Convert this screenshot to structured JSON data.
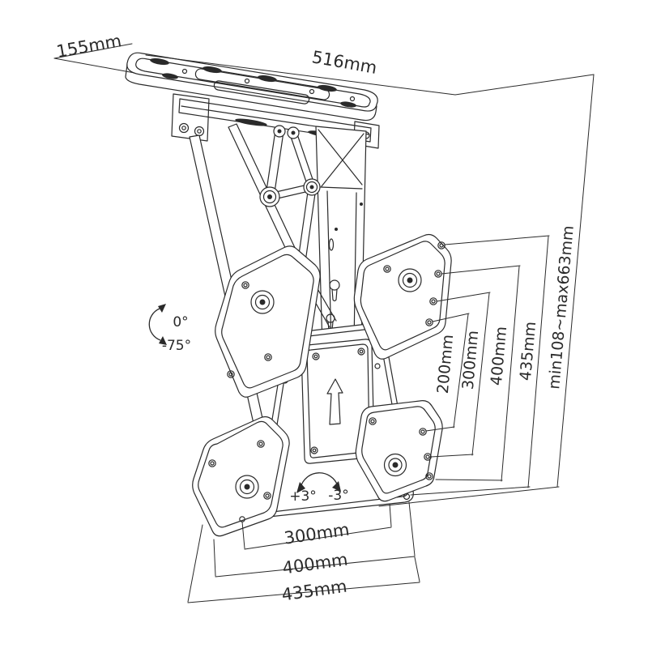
{
  "diagram": {
    "background": "#ffffff",
    "line_color": "#2a2a2a",
    "dimensions": {
      "ceiling_plate_depth": "155mm",
      "ceiling_plate_width": "516mm",
      "height_range": "min108~max663mm",
      "vesa_heights": [
        "200mm",
        "300mm",
        "400mm",
        "435mm"
      ],
      "bottom_widths": [
        "300mm",
        "400mm",
        "435mm"
      ]
    },
    "angles": {
      "fold_up": "0°",
      "fold_down": "-75°",
      "swivel_left": "+3°",
      "swivel_right": "-3°"
    }
  }
}
